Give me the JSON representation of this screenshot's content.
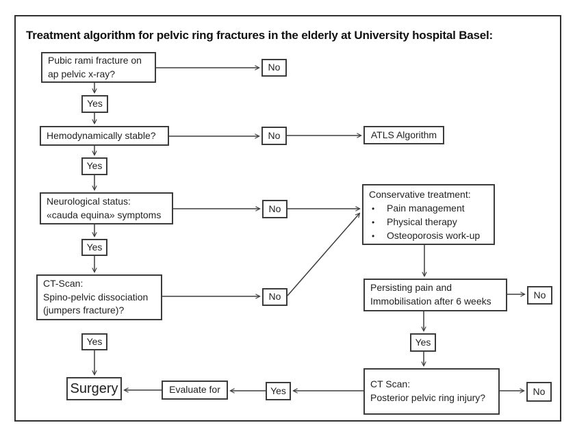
{
  "title": "Treatment algorithm for pelvic ring fractures in the elderly at University hospital Basel:",
  "nodes": {
    "q_pubic_rami": {
      "lines": [
        "Pubic rami fracture on",
        "ap pelvic x-ray?"
      ]
    },
    "no_pubic_rami": {
      "label": "No"
    },
    "yes_pubic_rami": {
      "label": "Yes"
    },
    "q_hemodynamic": {
      "lines": [
        "Hemodynamically stable?"
      ]
    },
    "no_hemodynamic": {
      "label": "No"
    },
    "atls": {
      "label": "ATLS Algorithm"
    },
    "yes_hemodynamic": {
      "label": "Yes"
    },
    "q_neurological": {
      "lines": [
        "Neurological status:",
        "«cauda equina» symptoms"
      ]
    },
    "no_neurological": {
      "label": "No"
    },
    "conservative": {
      "title": "Conservative treatment:",
      "items": [
        "Pain management",
        "Physical therapy",
        "Osteoporosis work-up"
      ]
    },
    "yes_neurological": {
      "label": "Yes"
    },
    "q_ctscan_spino": {
      "lines": [
        "CT-Scan:",
        "Spino-pelvic dissociation",
        "(jumpers fracture)?"
      ]
    },
    "no_ctscan_spino": {
      "label": "No"
    },
    "q_persisting_pain": {
      "lines": [
        "Persisting pain and",
        "Immobilisation after 6 weeks"
      ]
    },
    "no_persisting_pain": {
      "label": "No"
    },
    "yes_ctscan_spino": {
      "label": "Yes"
    },
    "yes_persisting_pain": {
      "label": "Yes"
    },
    "q_ctscan_posterior": {
      "lines": [
        "CT Scan:",
        "Posterior pelvic ring injury?"
      ]
    },
    "no_ctscan_posterior": {
      "label": "No"
    },
    "surgery": {
      "label": "Surgery"
    },
    "evaluate_for": {
      "label": "Evaluate for"
    },
    "yes_ctscan_posterior": {
      "label": "Yes"
    }
  },
  "colors": {
    "line": "#3b3b3b",
    "text": "#1f1f1f",
    "background": "#ffffff"
  }
}
